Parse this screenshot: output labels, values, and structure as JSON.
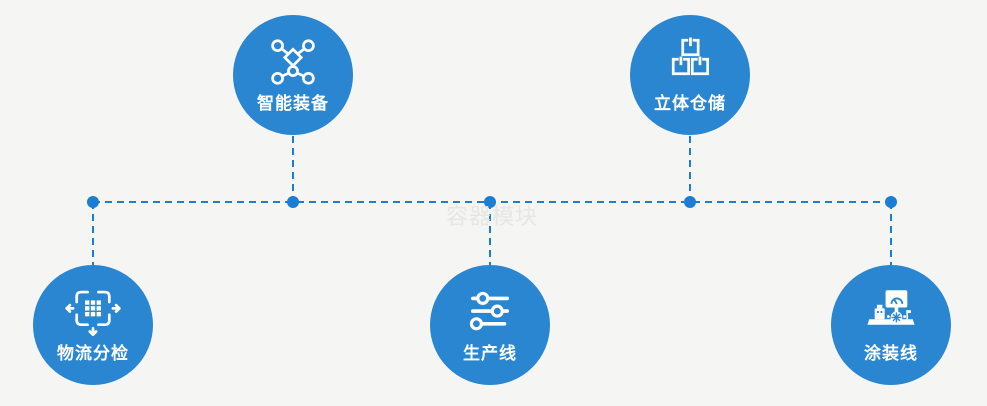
{
  "watermark": "容器模块",
  "colors": {
    "background": "#f5f5f3",
    "circle": "#2a86d0",
    "connector": "#1b7ed3",
    "label": "#ffffff",
    "watermark": "#e6e6e3"
  },
  "nodes": [
    {
      "label": "智能装备",
      "icon": "network-nodes-icon",
      "position": "top-left"
    },
    {
      "label": "立体仓储",
      "icon": "stacked-boxes-icon",
      "position": "top-right"
    },
    {
      "label": "物流分检",
      "icon": "sort-distribute-icon",
      "position": "bottom-left"
    },
    {
      "label": "生产线",
      "icon": "sliders-icon",
      "position": "bottom-center"
    },
    {
      "label": "涂装线",
      "icon": "control-station-icon",
      "position": "bottom-right"
    }
  ]
}
